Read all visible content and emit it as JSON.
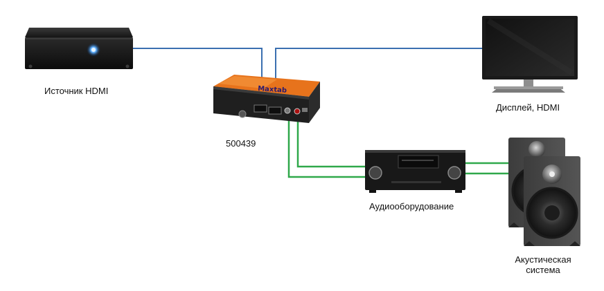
{
  "devices": {
    "source": {
      "label": "Источник HDMI",
      "icon": "media-player-icon"
    },
    "converter": {
      "label": "500439",
      "brand": "Maxtab",
      "icon": "hdmi-audio-extractor-icon"
    },
    "display": {
      "label": "Дисплей, HDMI",
      "icon": "monitor-icon"
    },
    "receiver": {
      "label": "Аудиооборудование",
      "icon": "av-receiver-icon"
    },
    "speakers": {
      "label_line1": "Акустическая",
      "label_line2": "система",
      "icon": "speaker-icon"
    }
  },
  "colors": {
    "hdmi_cable": "#3a6fb0",
    "audio_cable": "#2fa84a",
    "converter_orange": "#e7731c",
    "device_dark": "#1b1b1b"
  }
}
